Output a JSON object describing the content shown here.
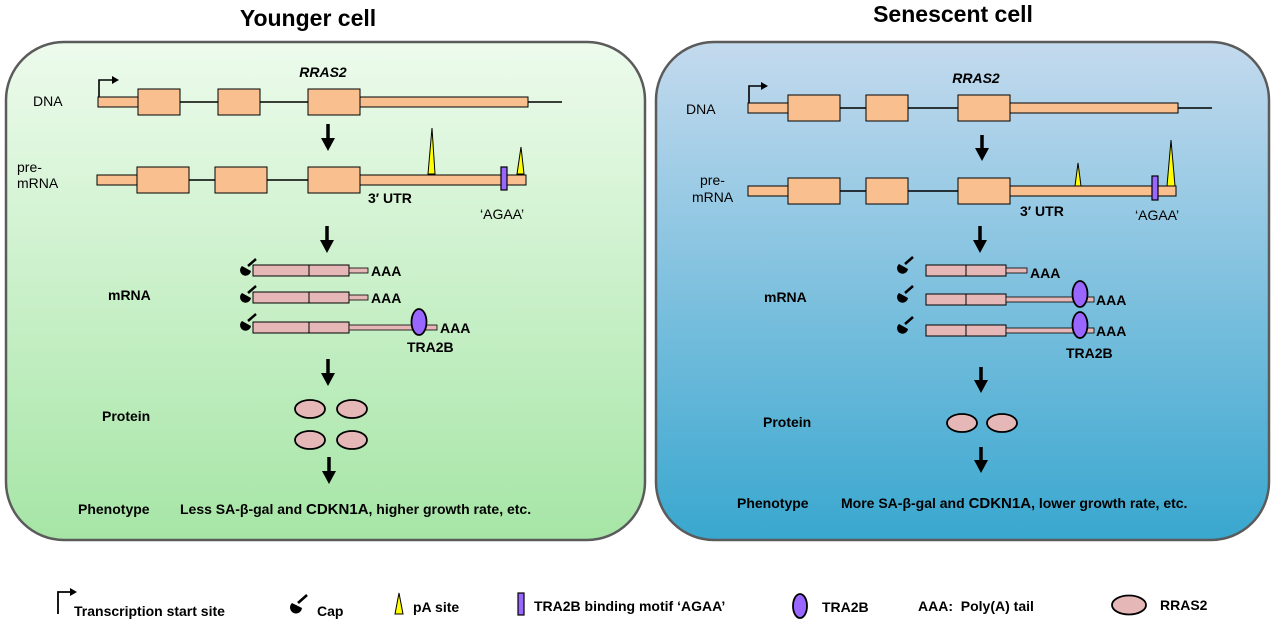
{
  "panels": {
    "younger": {
      "title": "Younger cell",
      "gene": "RRAS2",
      "dna_label": "DNA",
      "premrna_label_line1": "pre-",
      "premrna_label_line2": "mRNA",
      "utr_label": "3′ UTR",
      "motif_label": "‘AGAA’",
      "mrna_label": "mRNA",
      "aaa": "AAA",
      "tra2b_label": "TRA2B",
      "protein_label": "Protein",
      "phenotype_label": "Phenotype",
      "phenotype_text_a": "Less SA-β-gal and ",
      "phenotype_text_b": "CDKN1A",
      "phenotype_text_c": ", higher growth rate, etc.",
      "protein_count": 4
    },
    "senescent": {
      "title": "Senescent cell",
      "gene": "RRAS2",
      "dna_label": "DNA",
      "premrna_label_line1": "pre-",
      "premrna_label_line2": "mRNA",
      "utr_label": "3′ UTR",
      "motif_label": "‘AGAA’",
      "mrna_label": "mRNA",
      "aaa": "AAA",
      "tra2b_label": "TRA2B",
      "protein_label": "Protein",
      "phenotype_label": "Phenotype",
      "phenotype_text_a": "More SA-β-gal and ",
      "phenotype_text_b": "CDKN1A",
      "phenotype_text_c": ", lower growth rate, etc.",
      "protein_count": 2
    }
  },
  "legend": {
    "tss": "Transcription start site",
    "cap": "Cap",
    "pa": "pA site",
    "motif": "TRA2B binding motif ‘AGAA’",
    "tra2b": "TRA2B",
    "polya": "AAA:  Poly(A) tail",
    "rras2": "RRAS2"
  },
  "colors": {
    "exon": "#f9bf8f",
    "mrna_exon": "#e5b8b7",
    "protein": "#e5b8b7",
    "tra2b": "#9966ff",
    "pa": "#ffff00",
    "younger_top": "#edfbec",
    "younger_bottom": "#a8e6a8",
    "senescent_top": "#c0d8ee",
    "senescent_bottom": "#3aa9cf"
  }
}
